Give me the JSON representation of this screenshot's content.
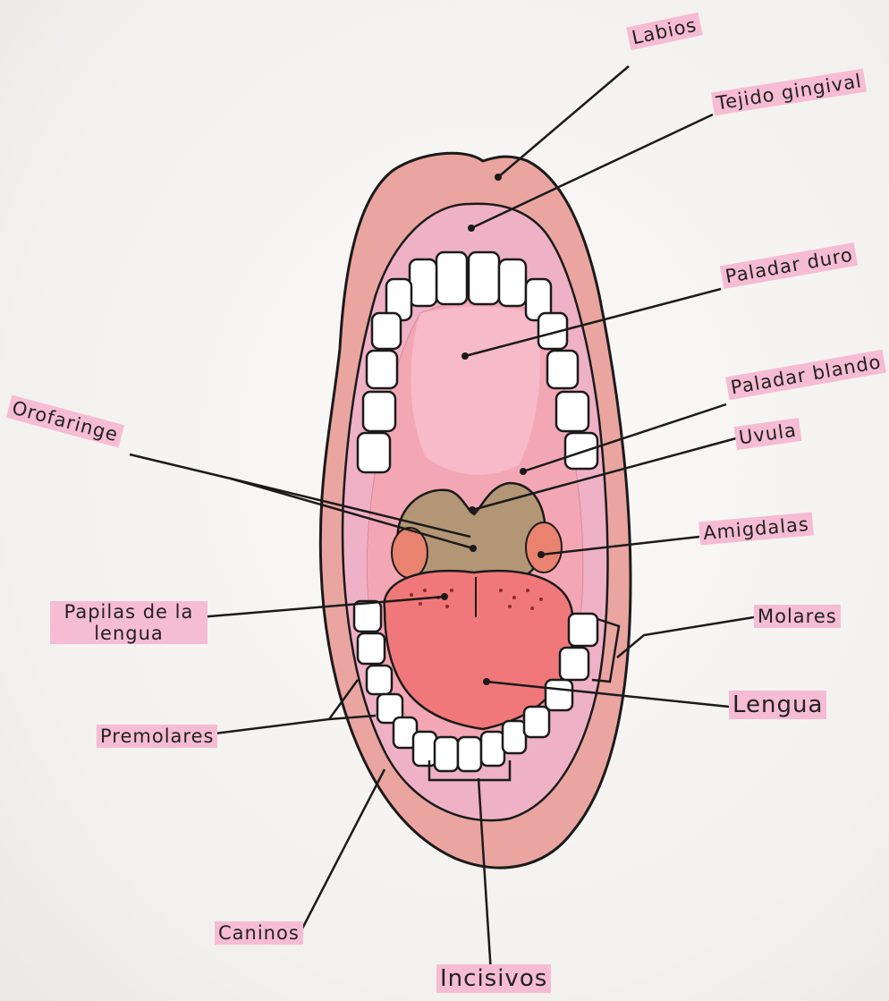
{
  "labels": {
    "labios": "Labios",
    "tejido_gingival": "Tejido gingival",
    "paladar_duro": "Paladar duro",
    "paladar_blando": "Paladar blando",
    "uvula": "Uvula",
    "orofaringe": "Orofaringe",
    "amigdalas": "Amigdalas",
    "papilas_de_la_lengua": "Papilas de la lengua",
    "molares": "Molares",
    "lengua": "Lengua",
    "premolares": "Premolares",
    "caninos": "Caninos",
    "incisivos": "Incisivos"
  },
  "colors": {
    "label_highlight": "#f6bcd3",
    "lips": "#eaa5a0",
    "gum": "#efb1c6",
    "mouth_inside": "#f3a6b4",
    "tongue": "#f1787a",
    "throat": "#b39675",
    "tonsils": "#e9826e",
    "teeth": "#ffffff",
    "outline": "#1a1a1a"
  }
}
